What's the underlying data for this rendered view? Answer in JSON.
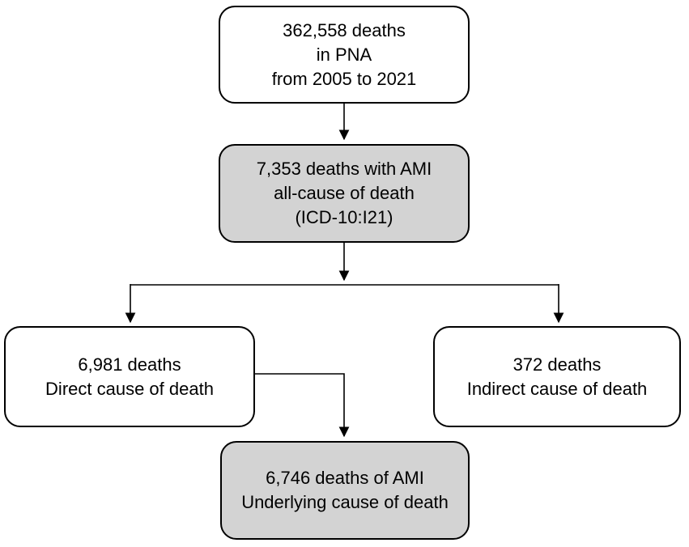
{
  "diagram": {
    "type": "flowchart",
    "colors": {
      "background": "#ffffff",
      "node_fill_white": "#ffffff",
      "node_fill_gray": "#d3d3d3",
      "border": "#000000",
      "text": "#000000",
      "arrow": "#000000"
    },
    "nodes": {
      "total": {
        "fill": "white",
        "lines": [
          "362,558 deaths",
          "in PNA",
          "from 2005 to 2021"
        ]
      },
      "ami_all_cause": {
        "fill": "gray",
        "lines": [
          "7,353 deaths with AMI",
          "all-cause of death",
          "(ICD-10:I21)"
        ]
      },
      "direct": {
        "fill": "white",
        "lines": [
          "6,981 deaths",
          "Direct cause of death"
        ]
      },
      "indirect": {
        "fill": "white",
        "lines": [
          "372 deaths",
          "Indirect cause of death"
        ]
      },
      "underlying": {
        "fill": "gray",
        "lines": [
          "6,746 deaths of AMI",
          "Underlying cause of death"
        ]
      }
    },
    "edges": [
      {
        "from": "total",
        "to": "ami_all_cause"
      },
      {
        "from": "ami_all_cause",
        "to": "direct"
      },
      {
        "from": "ami_all_cause",
        "to": "indirect"
      },
      {
        "from": "direct",
        "to": "underlying"
      }
    ]
  }
}
